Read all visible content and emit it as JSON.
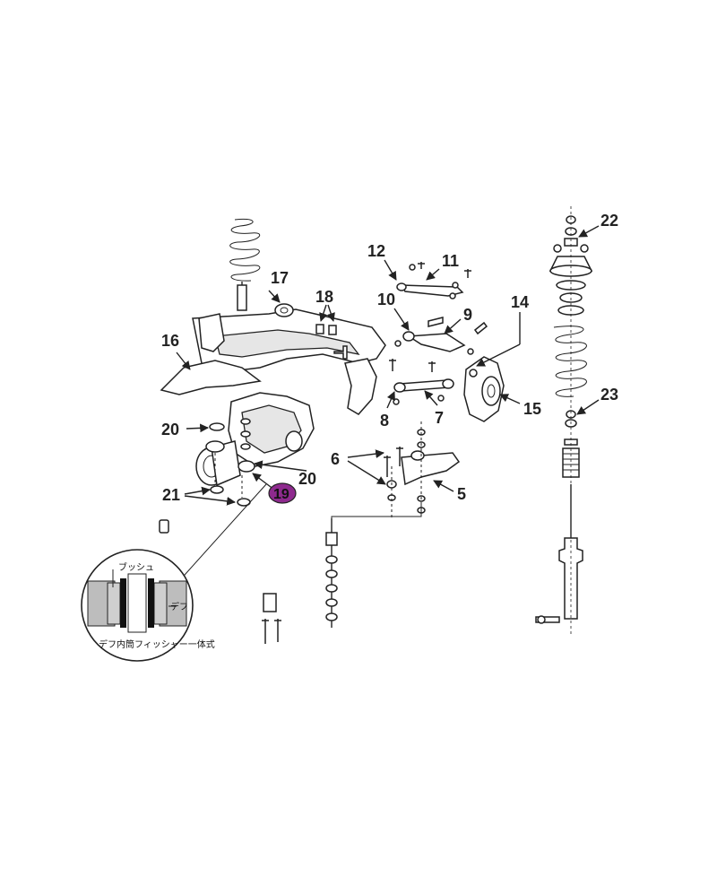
{
  "labels": {
    "l5": "5",
    "l6": "6",
    "l7": "7",
    "l8": "8",
    "l9": "9",
    "l10": "10",
    "l11": "11",
    "l12": "12",
    "l14": "14",
    "l15": "15",
    "l16": "16",
    "l17": "17",
    "l18": "18",
    "l19": "19",
    "l20a": "20",
    "l20b": "20",
    "l21": "21",
    "l22": "22",
    "l23": "23"
  },
  "highlight": {
    "number": "19",
    "color": "#8e2a8e"
  },
  "inset": {
    "bush_label": "ブッシュ",
    "diff_label": "デフ",
    "caption": "デフ内筒フィッシャー一体式"
  }
}
